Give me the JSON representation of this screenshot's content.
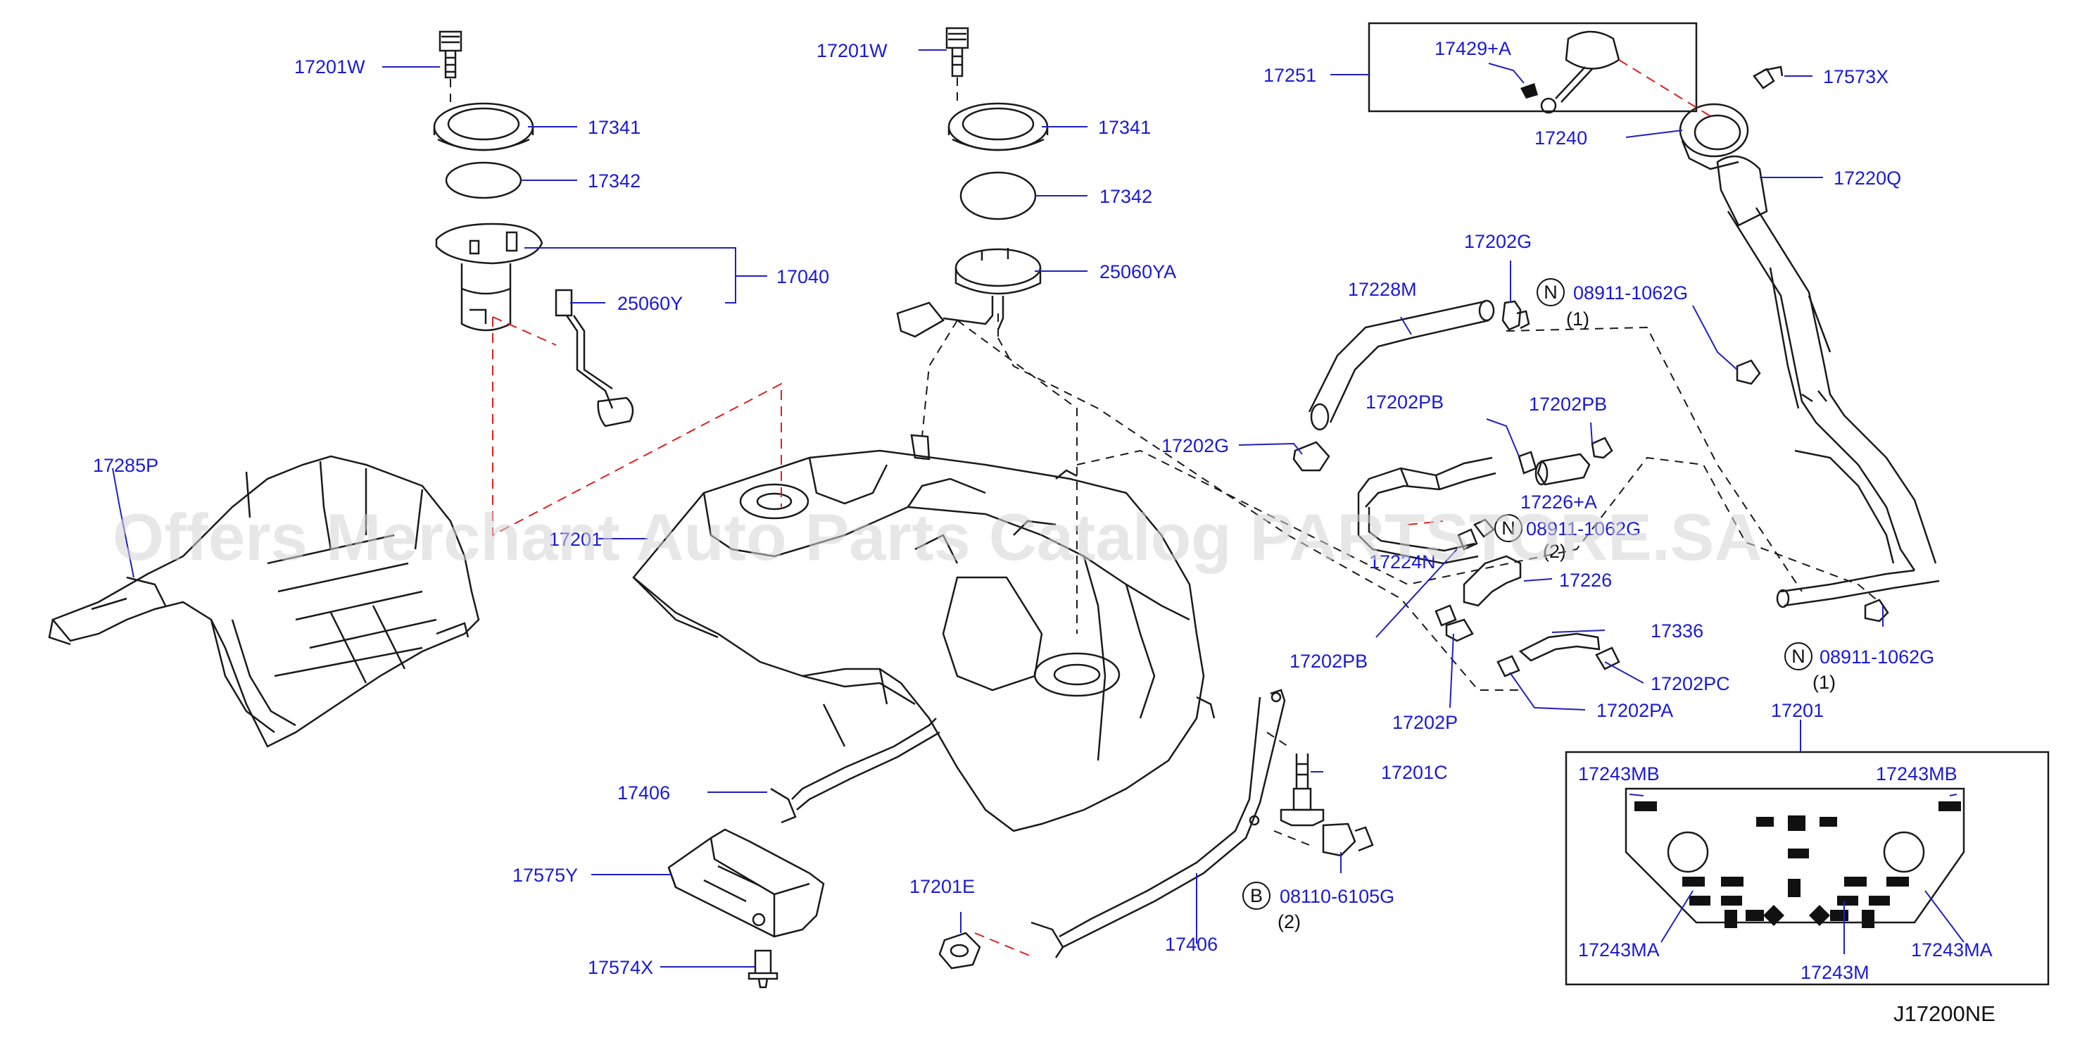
{
  "callouts": [
    {
      "text": "17201W"
    },
    {
      "text": "17341"
    },
    {
      "text": "17342"
    },
    {
      "text": "17040"
    },
    {
      "text": "25060Y"
    },
    {
      "text": "17201W"
    },
    {
      "text": "17341"
    },
    {
      "text": "17342"
    },
    {
      "text": "25060YA"
    },
    {
      "text": "17251"
    },
    {
      "text": "17429+A"
    },
    {
      "text": "17240"
    },
    {
      "text": "17573X"
    },
    {
      "text": "17220Q"
    },
    {
      "text": "17202G"
    },
    {
      "text": "17228M"
    },
    {
      "text": "08911-1062G"
    },
    {
      "text": "(1)"
    },
    {
      "text": "17202PB"
    },
    {
      "text": "17202PB"
    },
    {
      "text": "17202G"
    },
    {
      "text": "17226+A"
    },
    {
      "text": "08911-1062G"
    },
    {
      "text": "(2)"
    },
    {
      "text": "17224N"
    },
    {
      "text": "17226"
    },
    {
      "text": "17285P"
    },
    {
      "text": "17201"
    },
    {
      "text": "17336"
    },
    {
      "text": "08911-1062G"
    },
    {
      "text": "(1)"
    },
    {
      "text": "17202PB"
    },
    {
      "text": "17202PC"
    },
    {
      "text": "17202P"
    },
    {
      "text": "17202PA"
    },
    {
      "text": "17201"
    },
    {
      "text": "17201C"
    },
    {
      "text": "17406"
    },
    {
      "text": "17575Y"
    },
    {
      "text": "08110-6105G"
    },
    {
      "text": "(2)"
    },
    {
      "text": "17201E"
    },
    {
      "text": "17406"
    },
    {
      "text": "17574X"
    },
    {
      "text": "17243MB"
    },
    {
      "text": "17243MB"
    },
    {
      "text": "17243MA"
    },
    {
      "text": "17243M"
    },
    {
      "text": "17243MA"
    }
  ],
  "badges": [
    {
      "letter": "N"
    },
    {
      "letter": "N"
    },
    {
      "letter": "N"
    },
    {
      "letter": "B"
    }
  ],
  "watermark": "Offers Merchant Auto Parts Catalog PARTSTORE.SA",
  "diagram_code": "J17200NE",
  "colors": {
    "callout_text": "#1a1ad4",
    "leader_line": "#2020c0",
    "red_dashed": "#e02020",
    "part_lines": "#1a1a1a"
  }
}
